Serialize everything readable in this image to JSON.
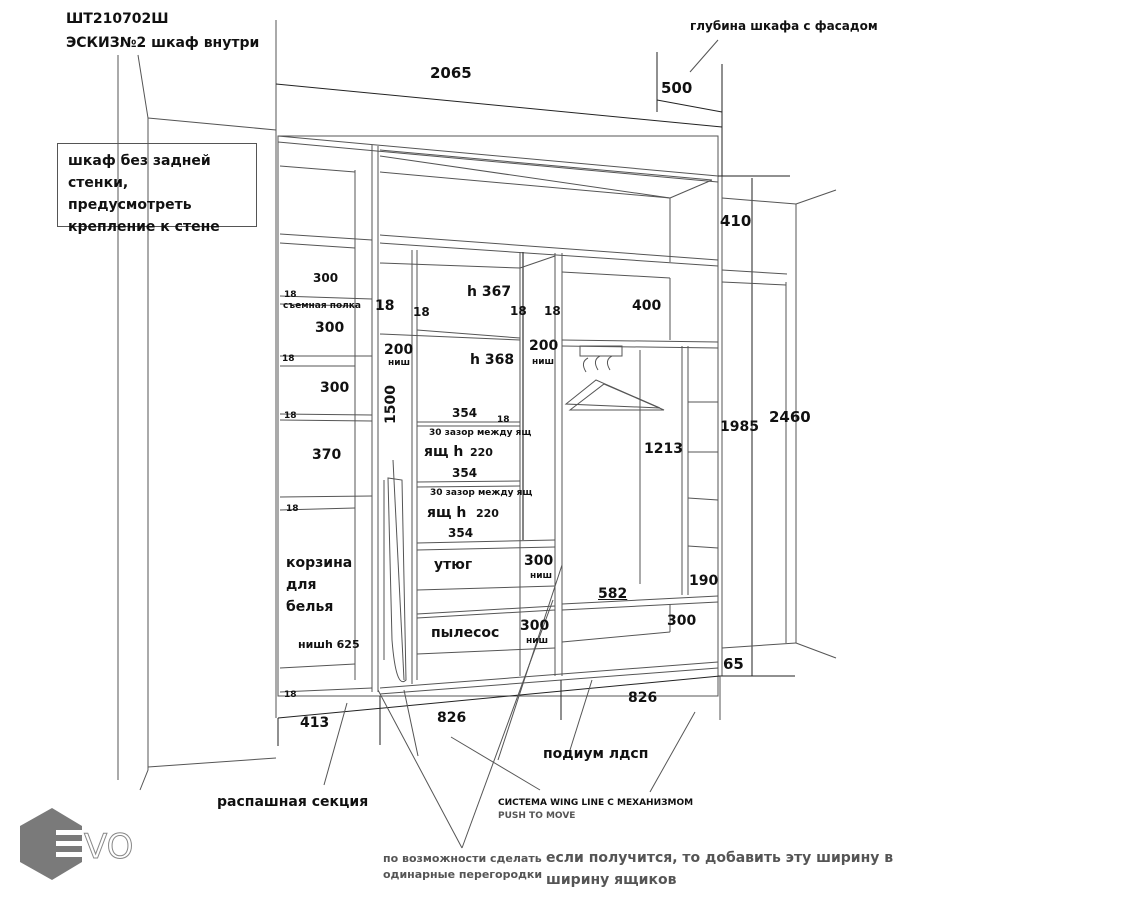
{
  "header": {
    "code": "ШТ210702Ш",
    "subtitle": "ЭСКИЗ№2 шкаф внутри",
    "depth_note": "глубина шкафа с фасадом"
  },
  "note_box": {
    "lines": [
      "шкаф без задней",
      "стенки, предусмотреть",
      "крепление к стене"
    ]
  },
  "overall_dimensions": {
    "width": "2065",
    "depth": "500",
    "top_gap": "410",
    "height_inner": "1985",
    "height_total": "2460",
    "plinth": "65"
  },
  "left_section": {
    "shelf_heights": [
      "300",
      "300",
      "300",
      "370"
    ],
    "shelf_thickness": [
      "18",
      "18",
      "18",
      "18",
      "18"
    ],
    "removable_shelf": "съемная полка",
    "basket_label": [
      "корзина",
      "для",
      "белья"
    ],
    "niche_height": "нишh 625",
    "width": "413",
    "caption": "распашная секция"
  },
  "middle_section": {
    "partition_labels": [
      "18",
      "18",
      "18",
      "18"
    ],
    "top_height": "h 367",
    "second_height": "h 368",
    "niche_depth_left": "200",
    "niche_depth_right": "200",
    "niche_word": "ниш",
    "ironing_height": "1500",
    "drawer_width": "354",
    "gap_note": "30 зазор между ящ",
    "drawer_label": "ящ  h",
    "drawer_height": "220",
    "drawer_shelf_thickness": "18",
    "iron_label": "утюг",
    "vacuum_label": "пылесос",
    "niche_300": "300",
    "width": "826"
  },
  "right_section": {
    "top_shelf_height": "400",
    "hanging_height": "1213",
    "shelf_side": "190",
    "bottom_width": "582",
    "bottom_height": "300",
    "width": "826"
  },
  "callouts": {
    "podium": "подиум лдсп",
    "wing_line": "СИСТЕМА WING LINE  С МЕХАНИЗМОМ",
    "push_to_move": "PUSH TO MOVE",
    "single_partitions": [
      "по возможности сделать",
      "одинарные перегородки"
    ],
    "add_width": [
      "если получится, то добавить эту ширину в",
      "ширину ящиков"
    ]
  },
  "logo": {
    "text": "VO"
  }
}
